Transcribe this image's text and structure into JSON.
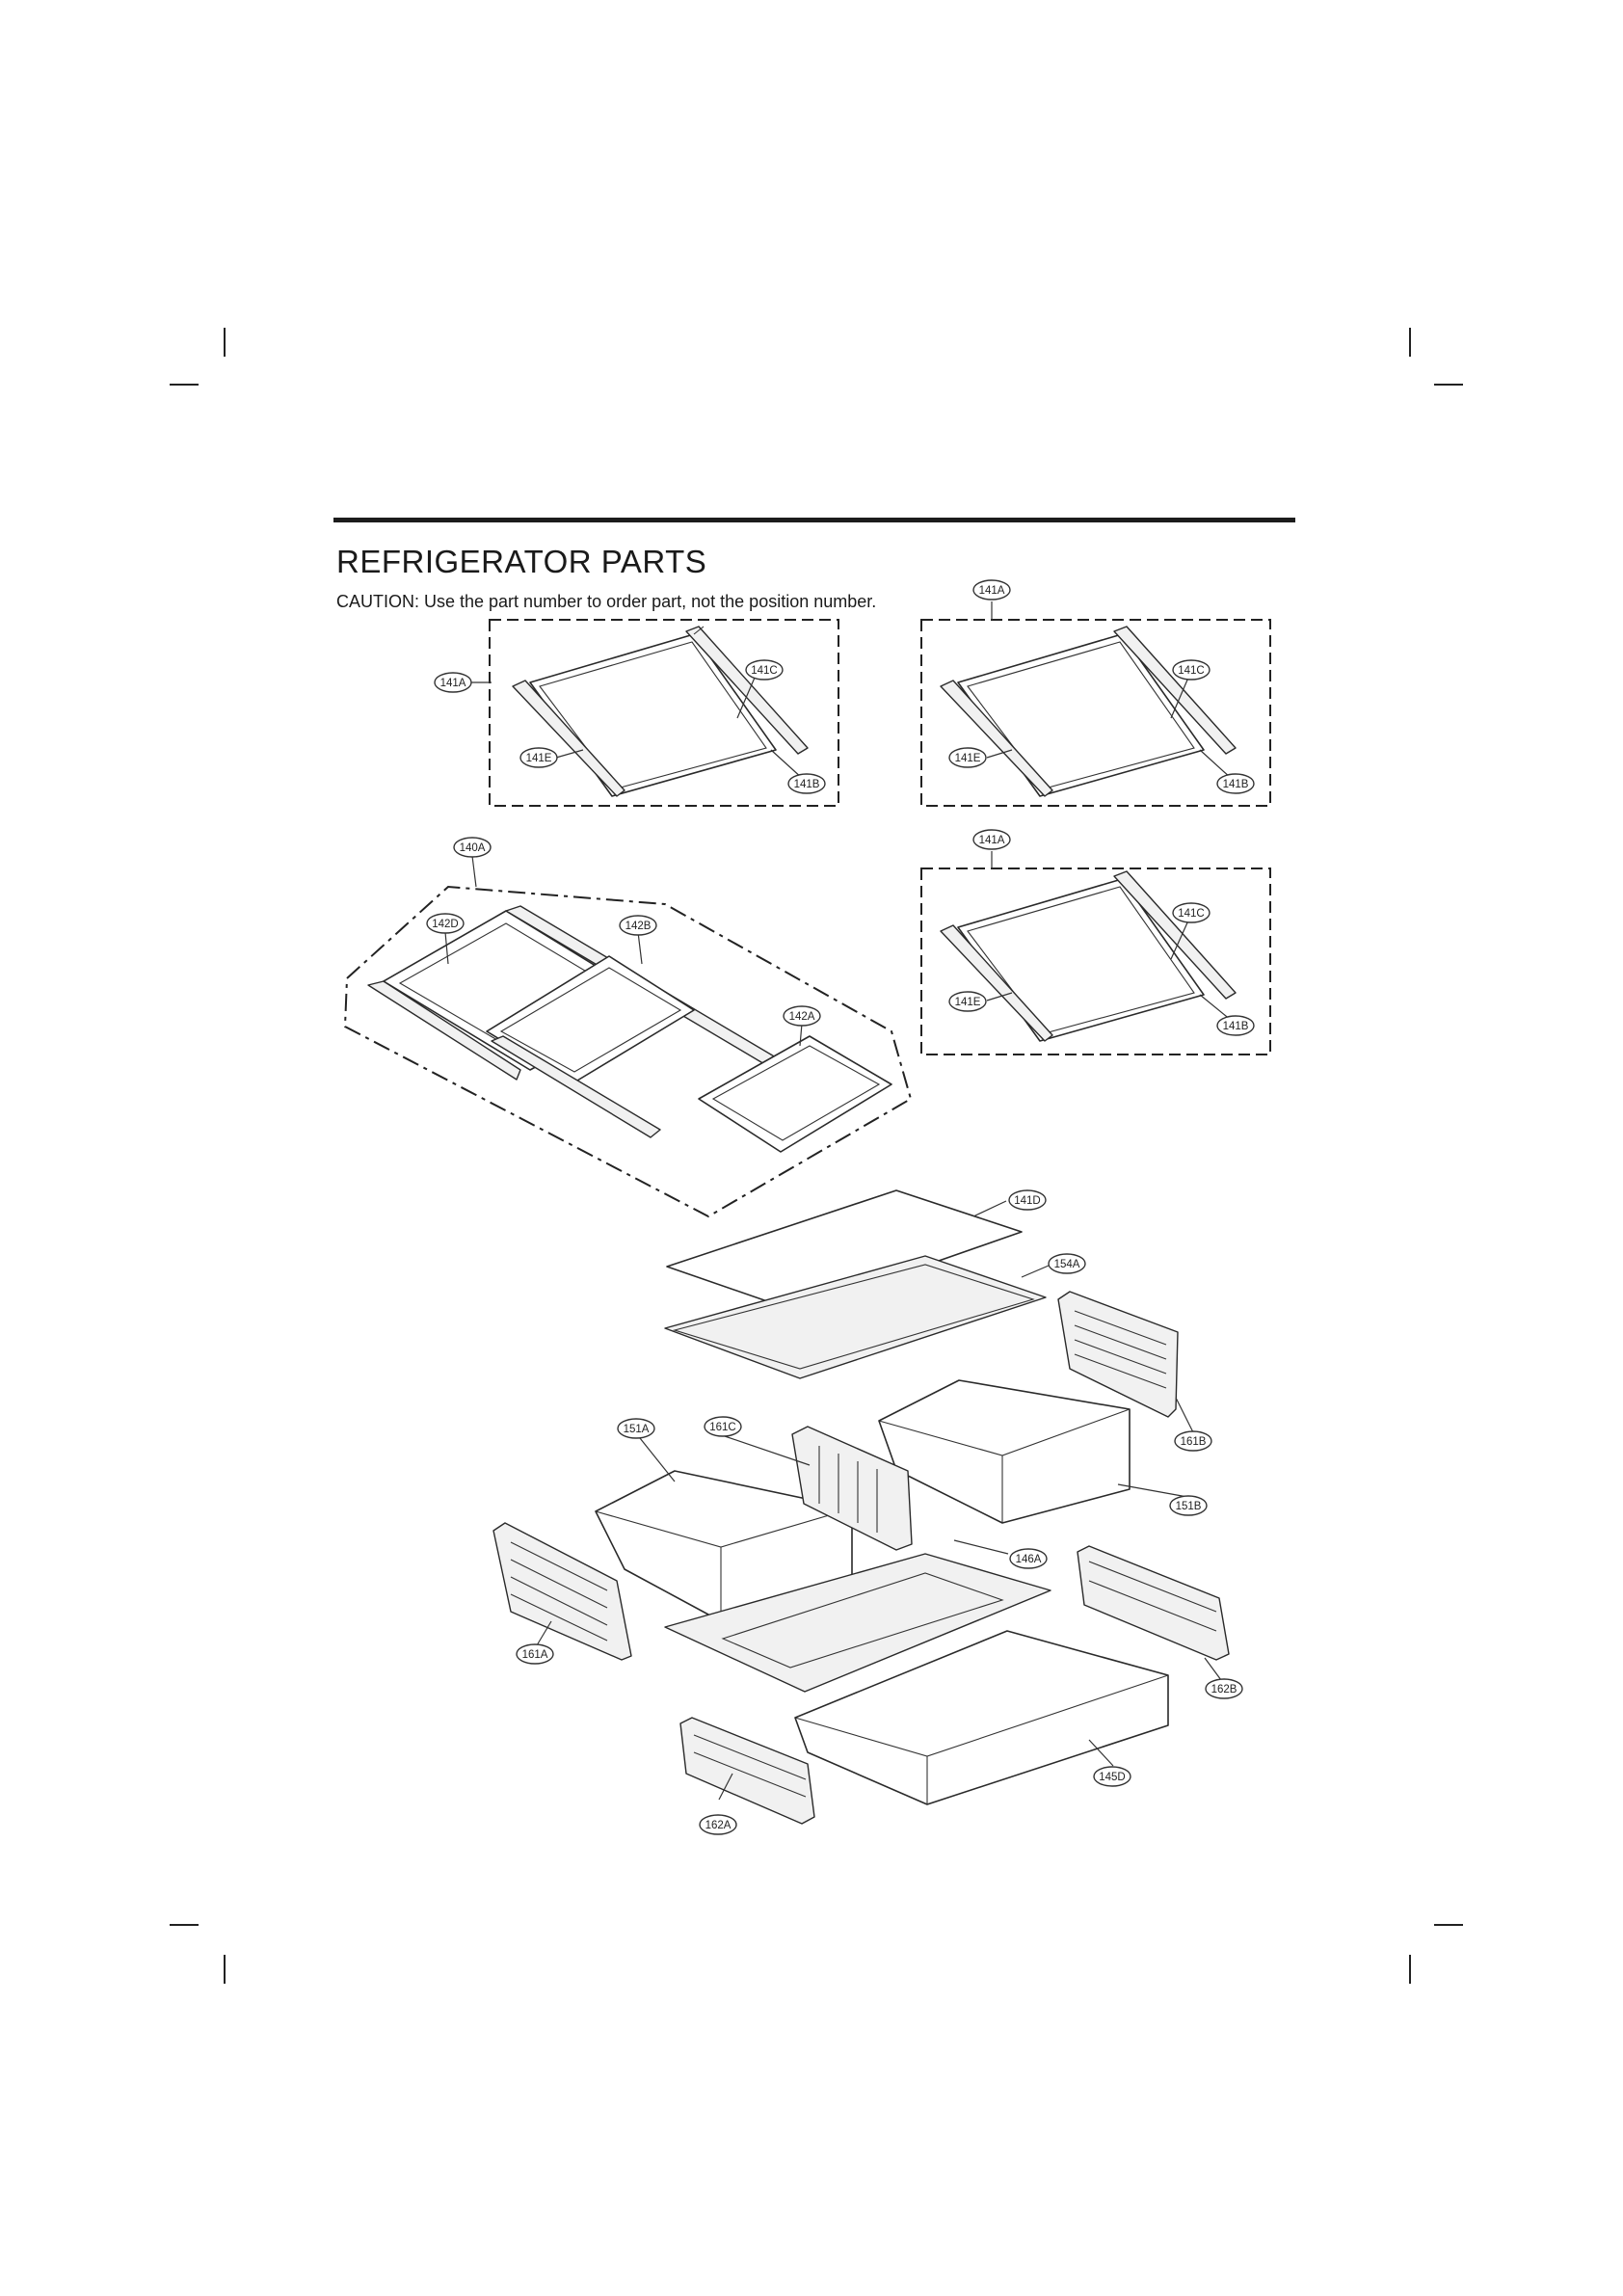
{
  "header": {
    "title": "REFRIGERATOR PARTS",
    "caution": "CAUTION: Use the part number to order part, not the position number."
  },
  "callouts": {
    "c141A_1": "141A",
    "c141C_1": "141C",
    "c141E_1": "141E",
    "c141B_1": "141B",
    "c141A_2": "141A",
    "c141C_2": "141C",
    "c141E_2": "141E",
    "c141B_2": "141B",
    "c141A_3": "141A",
    "c141C_3": "141C",
    "c141E_3": "141E",
    "c141B_3": "141B",
    "c140A": "140A",
    "c142D": "142D",
    "c142B": "142B",
    "c142A": "142A",
    "c141D": "141D",
    "c154A": "154A",
    "c161B": "161B",
    "c151A": "151A",
    "c161C": "161C",
    "c151B": "151B",
    "c146A": "146A",
    "c161A": "161A",
    "c162B": "162B",
    "c145D": "145D",
    "c162A": "162A"
  }
}
